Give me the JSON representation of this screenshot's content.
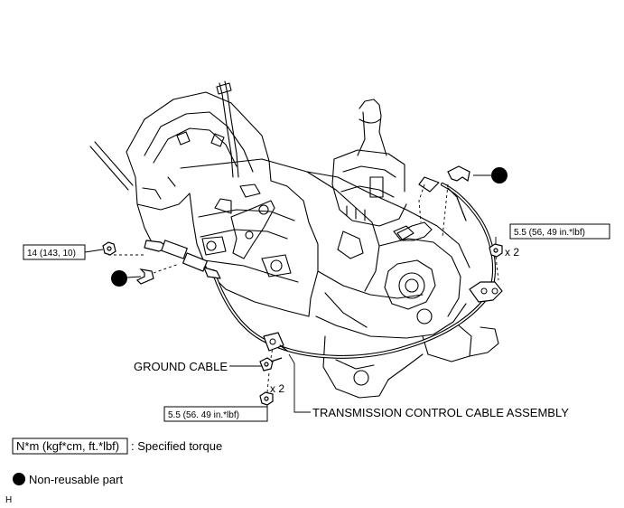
{
  "labels": {
    "torque_left": "14 (143, 10)",
    "torque_right": "5.5 (56, 49 in.*lbf)",
    "torque_bottom": "5.5 (56. 49 in.*lbf)",
    "multiplier_right": "x 2",
    "multiplier_bottom": "x 2",
    "ground_cable": "GROUND CABLE",
    "cable_assembly": "TRANSMISSION CONTROL CABLE ASSEMBLY"
  },
  "legend": {
    "torque_key": "N*m (kgf*cm, ft.*lbf)",
    "torque_desc": ": Specified torque",
    "nonreusable_desc": "Non-reusable part"
  },
  "figure_code": "H"
}
